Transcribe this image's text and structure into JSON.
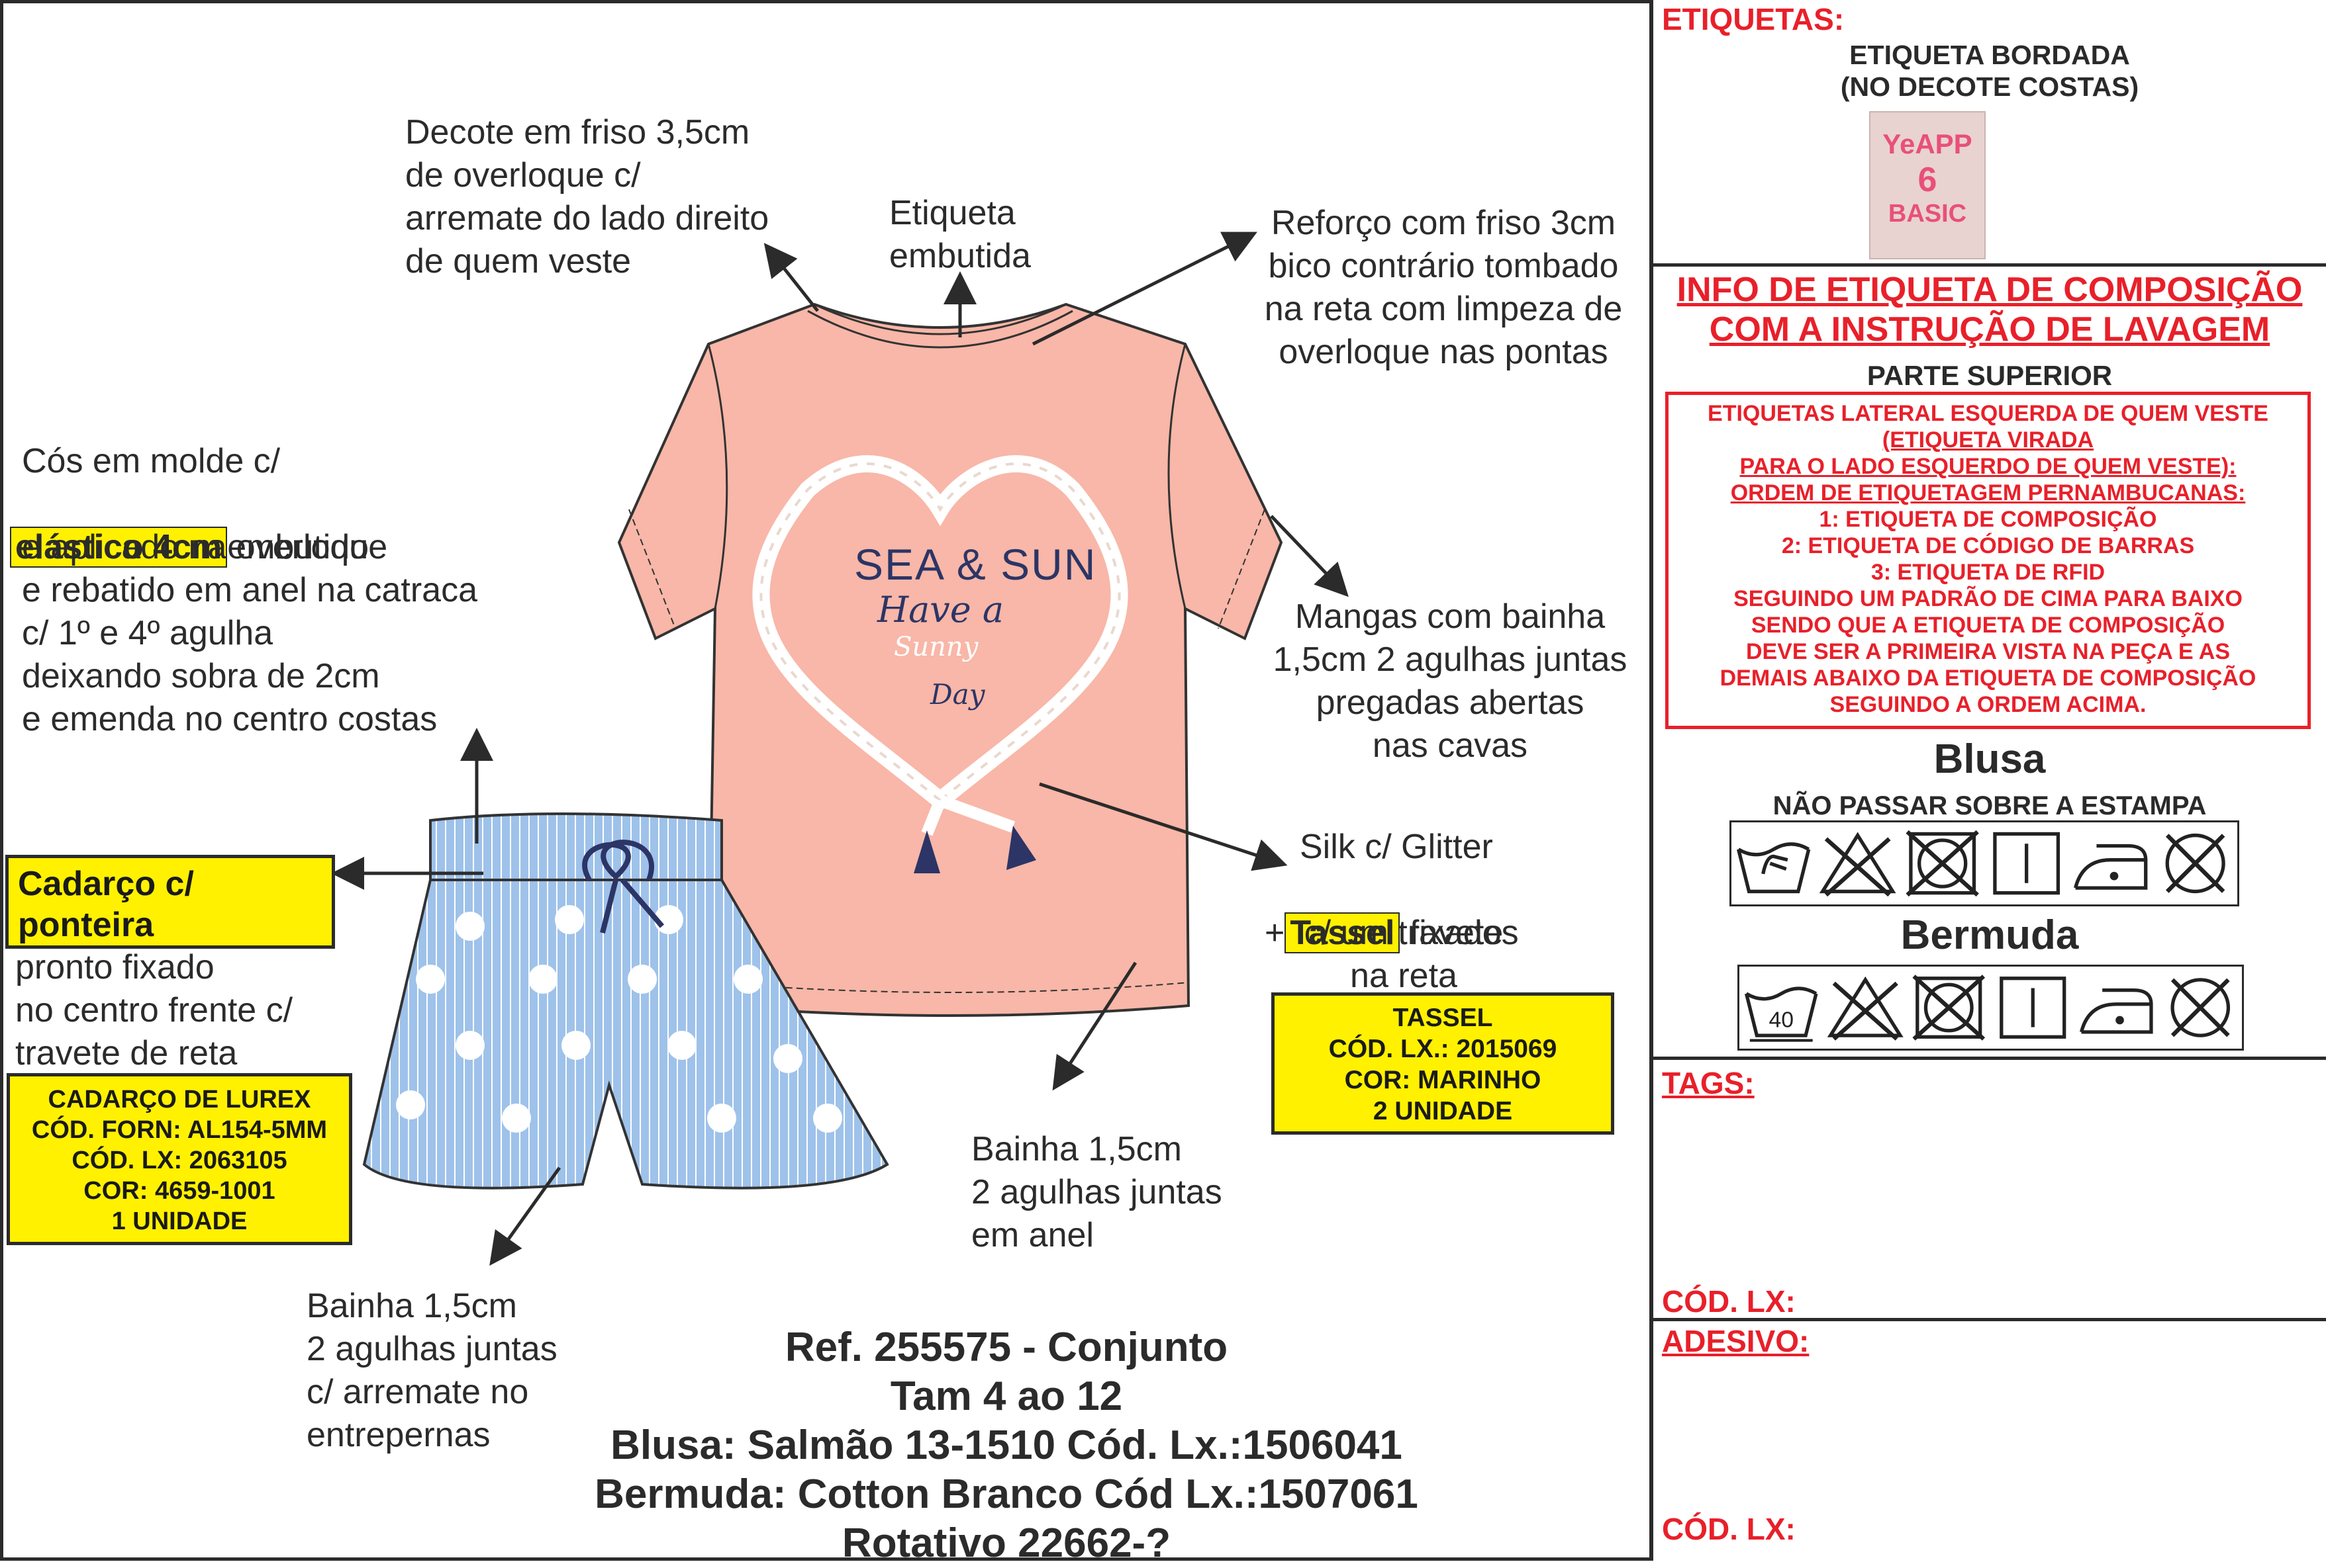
{
  "annotations": {
    "decote": "Decote em friso 3,5cm\nde overloque c/\narremate do lado direito\nde quem veste",
    "etiqueta_embutida": "Etiqueta\nembutida",
    "reforco": "Reforço com friso 3cm\nbico contrário tombado\nna reta com limpeza de\noverloque nas pontas",
    "cos_line1": "Cós em molde c/",
    "cos_highlight": "elástico 4cm",
    "cos_line2_rest": "embutido",
    "cos_rest": "e aplicado na overloque\ne rebatido em anel na catraca\nc/ 1º e 4º agulha\ndeixando sobra de 2cm\ne emenda no centro costas",
    "mangas": "Mangas com bainha\n1,5cm 2 agulhas juntas\npregadas abertas\nnas cavas",
    "silk_line1": "Silk c/ Glitter",
    "silk_plus": "+",
    "silk_highlight": "Tassel",
    "silk_fixados": "fixados",
    "silk_rest": "c/ um travete\nna reta",
    "cadarco_box": "Cadarço c/\n ponteira",
    "cadarco_rest": "pronto fixado\nno centro frente c/\ntravete de reta",
    "bainha_blusa": "Bainha 1,5cm\n2 agulhas juntas\nem anel",
    "bainha_bermuda": "Bainha 1,5cm\n2 agulhas juntas\nc/ arremate no\n entrepernas"
  },
  "tassel_box": {
    "l1": "TASSEL",
    "l2": "CÓD. LX.: 2015069",
    "l3": "COR: MARINHO",
    "l4": "2 UNIDADE"
  },
  "lurex_box": {
    "l1": "CADARÇO DE LUREX",
    "l2": "CÓD. FORN: AL154-5MM",
    "l3": "CÓD. LX: 2063105",
    "l4": "COR: 4659-1001",
    "l5": "1 UNIDADE"
  },
  "tee_print": {
    "l1": "SEA & SUN",
    "l2": "Have a",
    "l3": "Sunny",
    "l4": "Day"
  },
  "footer": {
    "ref": "Ref. 255575 - Conjunto",
    "tam": "Tam 4 ao 12",
    "blusa": "Blusa: Salmão 13-1510 Cód. Lx.:1506041",
    "bermuda": "Bermuda: Cotton Branco Cód Lx.:1507061",
    "rotativo": "Rotativo 22662-?"
  },
  "panel": {
    "etiquetas_title": "ETIQUETAS:",
    "bordada_l1": "ETIQUETA BORDADA",
    "bordada_l2": "(NO DECOTE COSTAS)",
    "label_l1": "YeAPP",
    "label_l2": "6",
    "label_l3": "BASIC",
    "info_l1": "INFO DE ETIQUETA DE COMPOSIÇÃO",
    "info_l2": "COM A INSTRUÇÃO DE LAVAGEM",
    "parte_superior": "PARTE SUPERIOR",
    "box_lines": [
      "ETIQUETAS LATERAL ESQUERDA DE QUEM VESTE",
      "(ETIQUETA VIRADA",
      "PARA O LADO ESQUERDO DE QUEM VESTE):",
      "ORDEM DE ETIQUETAGEM PERNAMBUCANAS:",
      "1: ETIQUETA DE COMPOSIÇÃO",
      "2: ETIQUETA DE CÓDIGO DE BARRAS",
      "3: ETIQUETA DE RFID",
      "SEGUINDO UM PADRÃO DE CIMA PARA BAIXO",
      "SENDO QUE A ETIQUETA DE COMPOSIÇÃO",
      "DEVE SER A PRIMEIRA VISTA NA PEÇA E AS",
      "DEMAIS ABAIXO DA ETIQUETA DE COMPOSIÇÃO",
      "SEGUINDO A ORDEM ACIMA."
    ],
    "blusa_title": "Blusa",
    "nao_passar": "NÃO PASSAR SOBRE A ESTAMPA",
    "bermuda_title": "Bermuda",
    "wash_temp": "40",
    "tags_title": "TAGS:",
    "cod_lx_1": "CÓD. LX:",
    "adesivo_title": "ADESIVO:",
    "cod_lx_2": "CÓD. LX:"
  },
  "colors": {
    "tee": "#f8b7a8",
    "shorts": "#9ec2ea",
    "navy": "#2c3566",
    "red": "#e8202a",
    "yellow": "#fff100"
  }
}
